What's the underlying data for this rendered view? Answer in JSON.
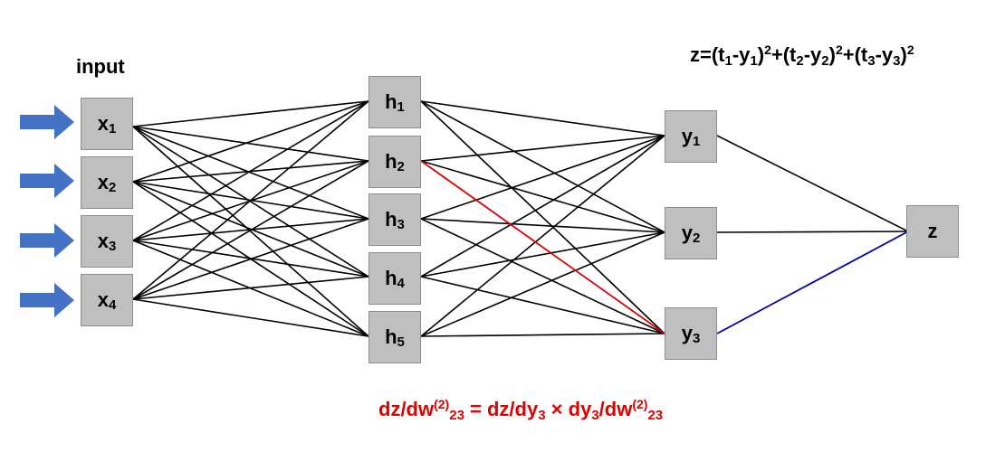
{
  "labels": {
    "input": "input"
  },
  "layers": {
    "input": [
      {
        "id": "x1",
        "text": "x",
        "sub": "1"
      },
      {
        "id": "x2",
        "text": "x",
        "sub": "2"
      },
      {
        "id": "x3",
        "text": "x",
        "sub": "3"
      },
      {
        "id": "x4",
        "text": "x",
        "sub": "4"
      }
    ],
    "hidden": [
      {
        "id": "h1",
        "text": "h",
        "sub": "1"
      },
      {
        "id": "h2",
        "text": "h",
        "sub": "2"
      },
      {
        "id": "h3",
        "text": "h",
        "sub": "3"
      },
      {
        "id": "h4",
        "text": "h",
        "sub": "4"
      },
      {
        "id": "h5",
        "text": "h",
        "sub": "5"
      }
    ],
    "output": [
      {
        "id": "y1",
        "text": "y",
        "sub": "1"
      },
      {
        "id": "y2",
        "text": "y",
        "sub": "2"
      },
      {
        "id": "y3",
        "text": "y",
        "sub": "3"
      }
    ],
    "loss": {
      "id": "z",
      "text": "z"
    }
  },
  "highlights": {
    "weight_h2_y3_color": "#dd0000",
    "edge_y3_z_color": "#0000aa",
    "edge_color": "#000000",
    "arrow_color": "#4472c4",
    "node_fill": "#bfbfbf"
  },
  "formulas": {
    "loss": {
      "lhs": "z=(t",
      "t1_sub": "1",
      "minus_y1": "-y",
      "y1_sub": "1",
      "close1": ")",
      "sq1": "2",
      "plus_t2": "+(t",
      "t2_sub": "2",
      "minus_y2": "-y",
      "y2_sub": "2",
      "close2": ")",
      "sq2": "2",
      "plus_t3": "+(t",
      "t3_sub": "3",
      "minus_y3": "-y",
      "y3_sub": "3",
      "close3": ")",
      "sq3": "2"
    },
    "gradient": {
      "part1": "dz/dw",
      "sup1": "(2)",
      "sub1": "23",
      "part2": " = dz/dy",
      "sub2": "3",
      "part3": " × dy",
      "sub3": "3",
      "part4": "/dw",
      "sup4": "(2)",
      "sub4": "23"
    }
  }
}
